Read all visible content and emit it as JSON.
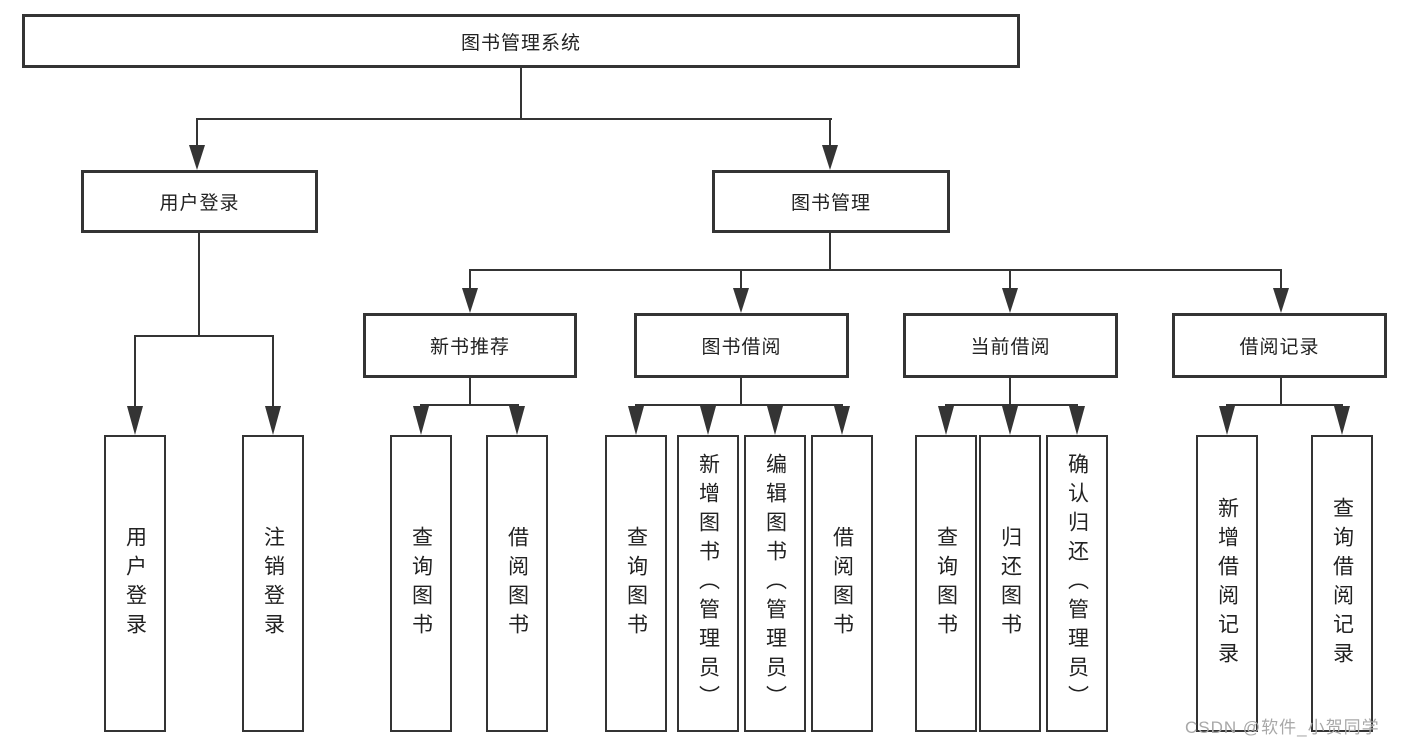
{
  "diagram": {
    "root": {
      "label": "图书管理系统"
    },
    "branches": [
      {
        "label": "用户登录",
        "children": [
          {
            "label": "用户登录"
          },
          {
            "label": "注销登录"
          }
        ]
      },
      {
        "label": "图书管理",
        "children": [
          {
            "label": "新书推荐",
            "children": [
              {
                "label": "查询图书"
              },
              {
                "label": "借阅图书"
              }
            ]
          },
          {
            "label": "图书借阅",
            "children": [
              {
                "label": "查询图书"
              },
              {
                "label": "新增图书（管理员）"
              },
              {
                "label": "编辑图书（管理员）"
              },
              {
                "label": "借阅图书"
              }
            ]
          },
          {
            "label": "当前借阅",
            "children": [
              {
                "label": "查询图书"
              },
              {
                "label": "归还图书"
              },
              {
                "label": "确认归还（管理员）"
              }
            ]
          },
          {
            "label": "借阅记录",
            "children": [
              {
                "label": "新增借阅记录"
              },
              {
                "label": "查询借阅记录"
              }
            ]
          }
        ]
      }
    ]
  },
  "watermark": {
    "text": "CSDN @软件_小贺同学"
  },
  "colors": {
    "line": "#343434",
    "text": "#222222",
    "watermark": "#a8a8a8",
    "box_background": "#ffffff",
    "page_background": "#ffffff"
  }
}
